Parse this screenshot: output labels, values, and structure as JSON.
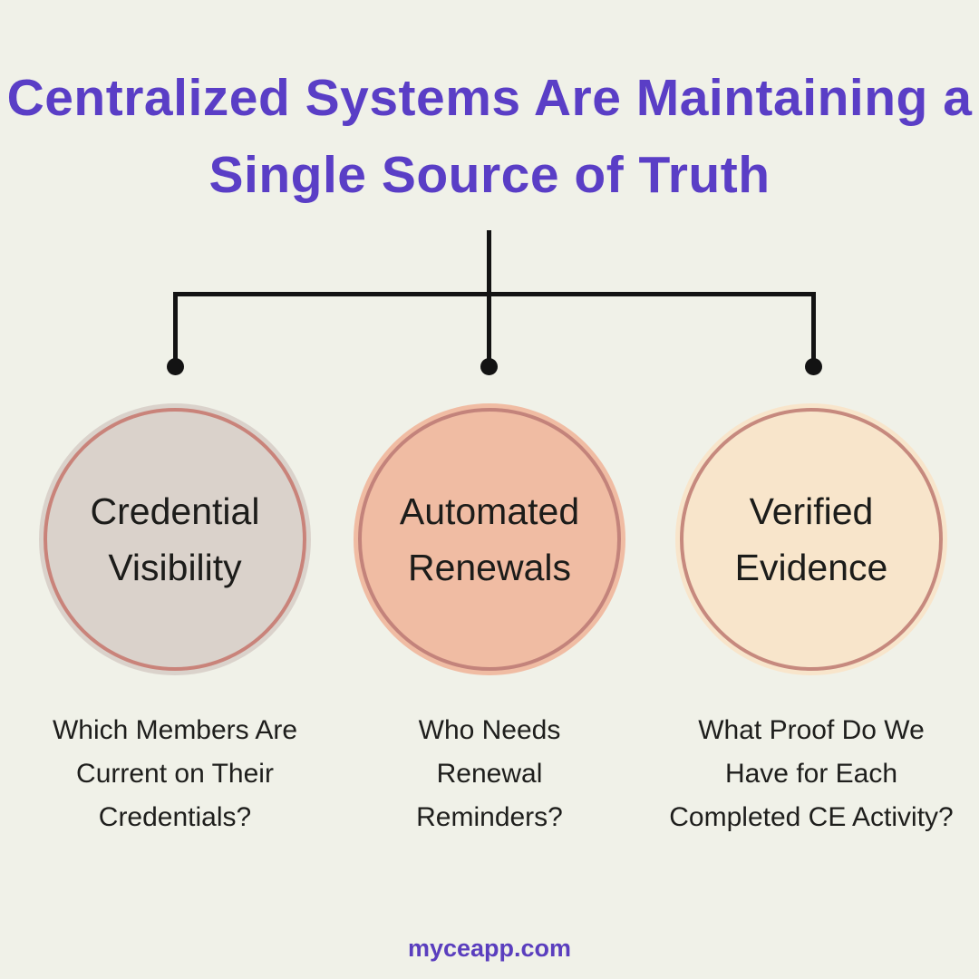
{
  "title": {
    "line1": "Centralized Systems Are Maintaining a",
    "line2": "Single Source of Truth"
  },
  "colors": {
    "background": "#F0F1E8",
    "title_purple": "#5A3EC6",
    "connector_black": "#131313",
    "ring_rose": "#C5857B",
    "text_dark": "#1C1C1A",
    "footer_purple": "#5A3EBE"
  },
  "branches": [
    {
      "circle_label_line1": "Credential",
      "circle_label_line2": "Visibility",
      "circle_fill": "#DAD2CB",
      "circle_ring": "#C9837A",
      "caption_line1": "Which Members Are",
      "caption_line2": "Current on Their",
      "caption_line3": "Credentials?"
    },
    {
      "circle_label_line1": "Automated",
      "circle_label_line2": "Renewals",
      "circle_fill": "#F0BCA3",
      "circle_ring": "#C3837B",
      "caption_line1": "Who Needs",
      "caption_line2": "Renewal",
      "caption_line3": "Reminders?"
    },
    {
      "circle_label_line1": "Verified",
      "circle_label_line2": "Evidence",
      "circle_fill": "#F8E5CB",
      "circle_ring": "#C6897E",
      "caption_line1": "What Proof Do We",
      "caption_line2": "Have for Each",
      "caption_line3": "Completed CE Activity?"
    }
  ],
  "footer": {
    "site": "myceapp.com"
  }
}
